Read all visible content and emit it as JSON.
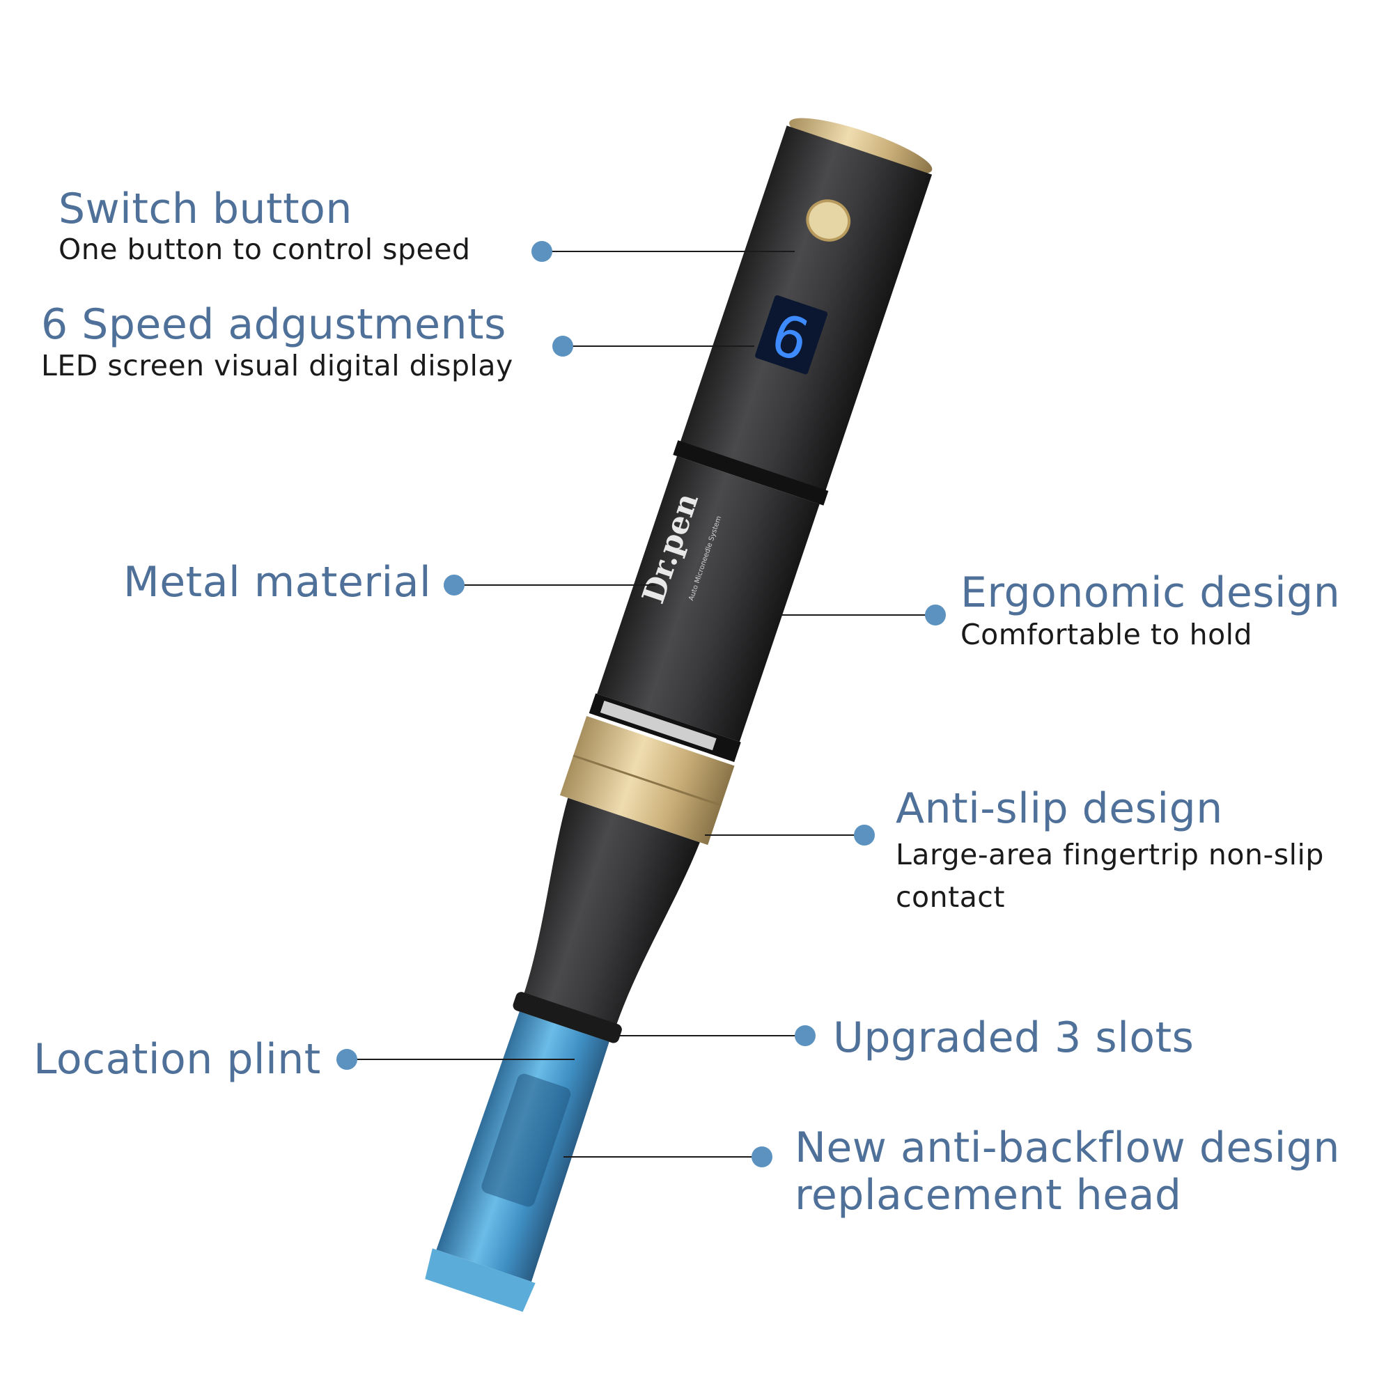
{
  "accent_color": "#5b92c0",
  "title_color": "#4f7199",
  "product": {
    "brand_logo_text": "Dr.pen",
    "brand_subtext": "Auto Microneedle System",
    "led_display_value": "6"
  },
  "callouts": [
    {
      "title": "Switch button",
      "subtitle": "One button to control speed"
    },
    {
      "title": "6 Speed adgustments",
      "subtitle": "LED screen visual digital display"
    },
    {
      "title": "Metal material"
    },
    {
      "title": "Ergonomic design",
      "subtitle": "Comfortable to hold"
    },
    {
      "title": "Anti-slip design",
      "subtitle_line1": "Large-area fingertrip non-slip",
      "subtitle_line2": "contact"
    },
    {
      "title": "Upgraded 3 slots"
    },
    {
      "title": "Location plint"
    },
    {
      "title_line1": "New anti-backflow design",
      "title_line2": "replacement head"
    }
  ]
}
